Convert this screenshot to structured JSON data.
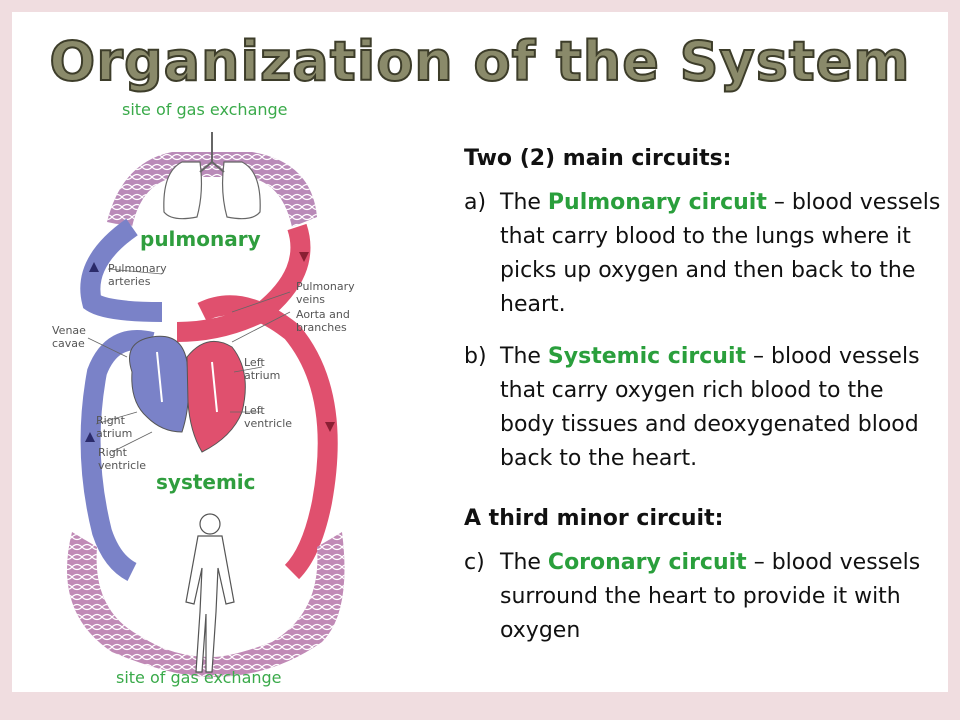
{
  "title": "Organization of the System",
  "diagram": {
    "top_label": "site of gas exchange",
    "bottom_label": "site of gas exchange",
    "pulmonary_label": "pulmonary",
    "systemic_label": "systemic",
    "labels": {
      "pulmonary_arteries": [
        "Pulmonary",
        "arteries"
      ],
      "venae_cavae": [
        "Venae",
        "cavae"
      ],
      "right_atrium": [
        "Right",
        "atrium"
      ],
      "right_ventricle": [
        "Right",
        "ventricle"
      ],
      "pulmonary_veins": [
        "Pulmonary",
        "veins"
      ],
      "aorta": [
        "Aorta and",
        "branches"
      ],
      "left_atrium": [
        "Left",
        "atrium"
      ],
      "left_ventricle": [
        "Left",
        "ventricle"
      ]
    },
    "colors": {
      "oxygenated": "#e0506e",
      "deoxygenated": "#7a82c8",
      "label_green": "#3aaa4a"
    }
  },
  "text": {
    "main_heading": "Two (2) main circuits:",
    "items": [
      {
        "marker": "a)",
        "pre": "The ",
        "highlight": "Pulmonary circuit",
        "post": " – blood vessels that carry blood to the lungs where it picks up oxygen and then back to the heart."
      },
      {
        "marker": "b)",
        "pre": "The ",
        "highlight": "Systemic circuit",
        "post": " – blood vessels that carry oxygen rich blood to the body tissues and deoxygenated blood back to the heart."
      }
    ],
    "minor_heading": "A third minor circuit:",
    "minor_item": {
      "marker": "c)",
      "pre": "The ",
      "highlight": "Coronary circuit",
      "post": " – blood vessels surround the heart to provide it with oxygen"
    }
  }
}
